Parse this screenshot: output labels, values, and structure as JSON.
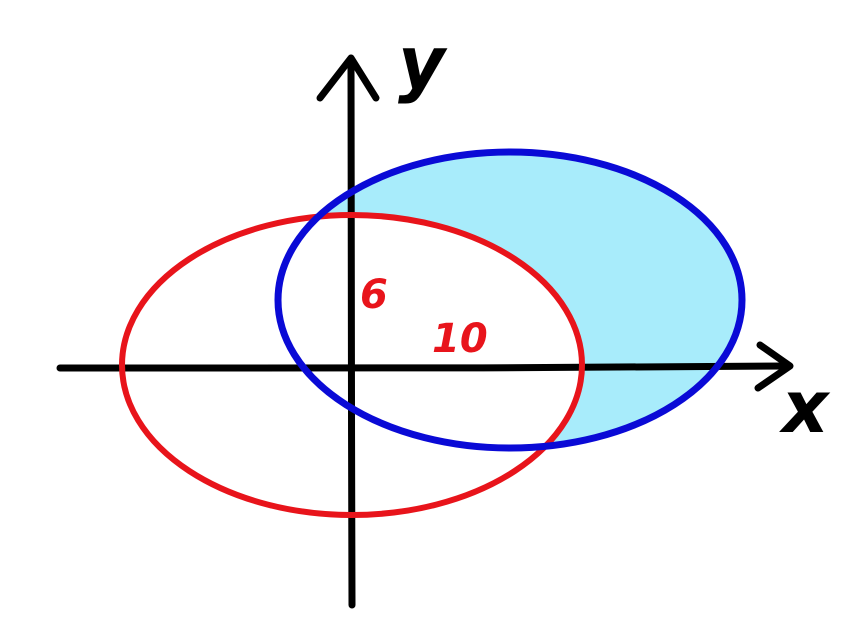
{
  "labels": {
    "y_axis": "y",
    "x_axis": "x",
    "semi_minor": "6",
    "semi_major": "10"
  },
  "colors": {
    "background": "#ffffff",
    "axes": "#000000",
    "red_ellipse": "#e8141b",
    "blue_ellipse": "#0a0ad6",
    "shaded_region": "#a8ecfb",
    "label_text": "#e8141b"
  }
}
